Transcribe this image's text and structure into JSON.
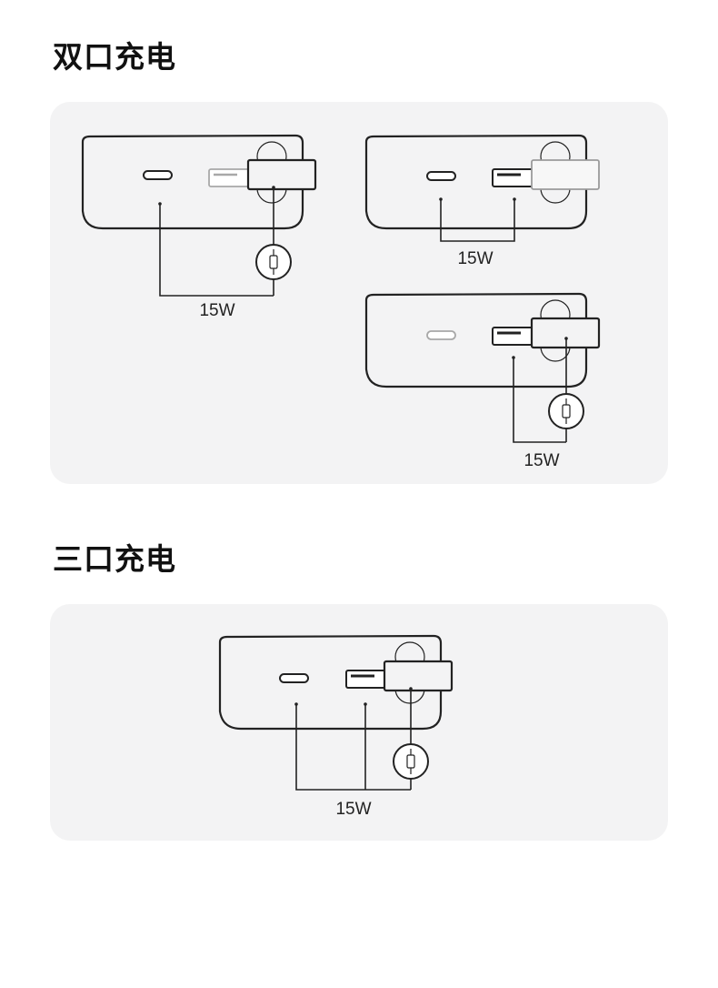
{
  "sections": {
    "dual": {
      "title": "双口充电"
    },
    "triple": {
      "title": "三口充电"
    }
  },
  "diagrams": {
    "dual_a": {
      "power_label": "15W"
    },
    "dual_b": {
      "power_label": "15W"
    },
    "dual_c": {
      "power_label": "15W"
    },
    "triple": {
      "power_label": "15W"
    }
  },
  "colors": {
    "panel_background": "#f3f3f4",
    "line": "#222222",
    "inactive_port": "#a8a8a8"
  }
}
